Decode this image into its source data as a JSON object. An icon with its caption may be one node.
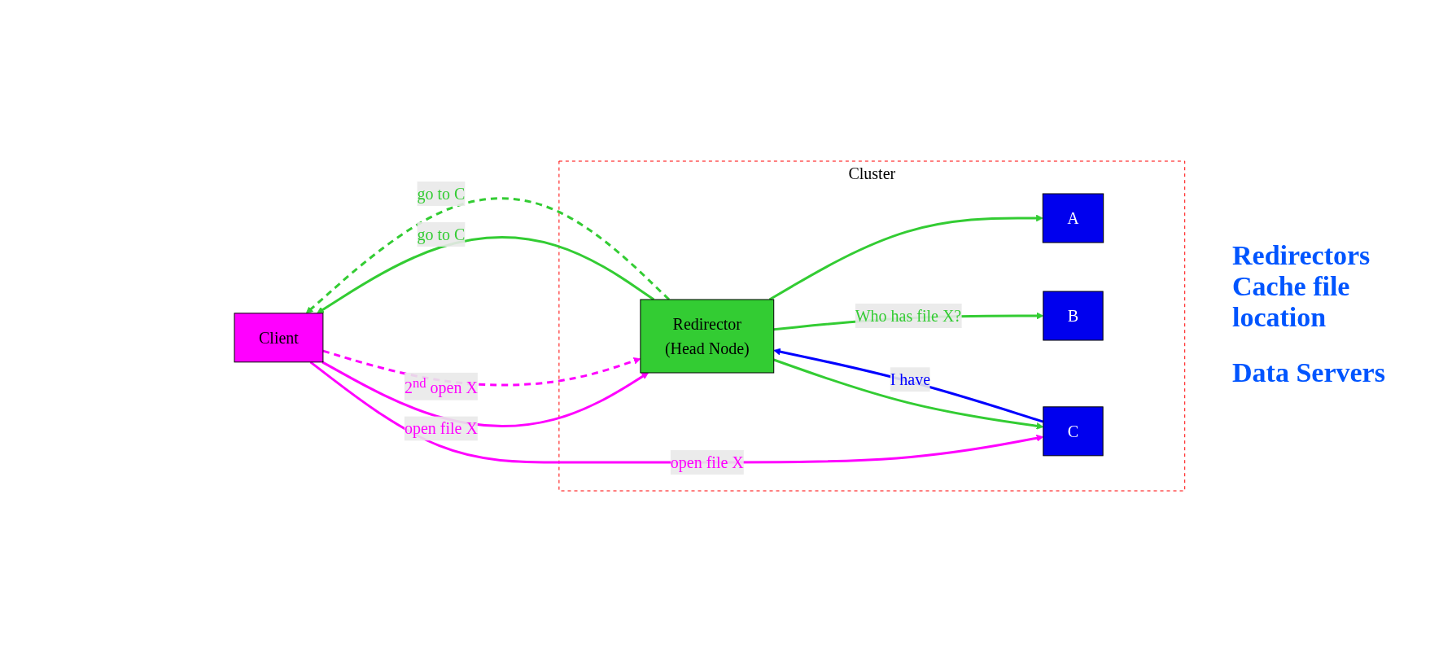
{
  "diagram": {
    "nodes": [
      {
        "text": [
          "Cluster"
        ]
      },
      {
        "text": [
          "Client"
        ]
      },
      {
        "text": [
          "Redirector",
          "(Head Node)"
        ],
        "in": 0
      },
      {
        "text": [
          "A"
        ],
        "in": 0
      },
      {
        "text": [
          "B"
        ],
        "in": 0
      },
      {
        "text": [
          "C"
        ],
        "in": 0
      }
    ],
    "edges": [
      {
        "from": 1,
        "to": 2,
        "arrow": "to",
        "label": "open file X",
        "color": "#ff00ff"
      },
      {
        "from": 2,
        "to": 1,
        "arrow": "to",
        "label": "go to C"
      },
      {
        "from": 1,
        "to": 2,
        "arrow": "to",
        "label": "2$^{nd}$ open X",
        "style": "dashed",
        "color": "#ff00ff"
      },
      {
        "from": 2,
        "to": 1,
        "arrow": "to",
        "label": "go to C",
        "style": "dashed"
      },
      {
        "from": 1,
        "to": 5,
        "arrow": "to",
        "label": "open file X",
        "color": "#ff00ff"
      },
      {
        "from": 2,
        "to": 3,
        "arrow": "to"
      },
      {
        "from": 2,
        "to": 4,
        "arrow": "to",
        "label": "Who has file X?"
      },
      {
        "from": 2,
        "to": 5,
        "arrow": "to"
      },
      {
        "from": 5,
        "to": 2,
        "arrow": "to",
        "label": "I have",
        "color": "#0000ff"
      }
    ],
    "labels": [
      "Redirectors Cache file location",
      "Data Servers"
    ]
  }
}
